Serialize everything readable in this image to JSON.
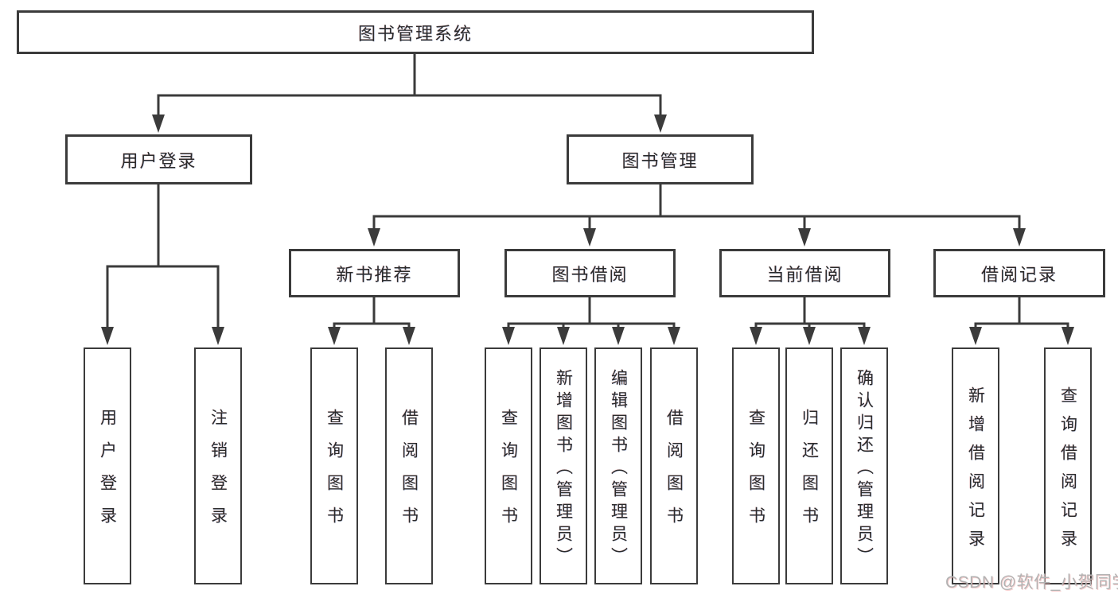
{
  "tree": {
    "label": "图书管理系统",
    "children": [
      {
        "label": "用户登录",
        "children": [
          {
            "label": "用户登录"
          },
          {
            "label": "注销登录"
          }
        ]
      },
      {
        "label": "图书管理",
        "children": [
          {
            "label": "新书推荐",
            "children": [
              {
                "label": "查询图书"
              },
              {
                "label": "借阅图书"
              }
            ]
          },
          {
            "label": "图书借阅",
            "children": [
              {
                "label": "查询图书"
              },
              {
                "label": "新增图书（管理员）"
              },
              {
                "label": "编辑图书（管理员）"
              },
              {
                "label": "借阅图书"
              }
            ]
          },
          {
            "label": "当前借阅",
            "children": [
              {
                "label": "查询图书"
              },
              {
                "label": "归还图书"
              },
              {
                "label": "确认归还（管理员）"
              }
            ]
          },
          {
            "label": "借阅记录",
            "children": [
              {
                "label": "新增借阅记录"
              },
              {
                "label": "查询借阅记录"
              }
            ]
          }
        ]
      }
    ]
  },
  "watermark": {
    "text": "CSDN @软件_小贺同学"
  },
  "colors": {
    "line": "#3b3b3b",
    "text": "#2b2b2b",
    "background": "#ffffff",
    "watermark": "#b3b3b3"
  }
}
